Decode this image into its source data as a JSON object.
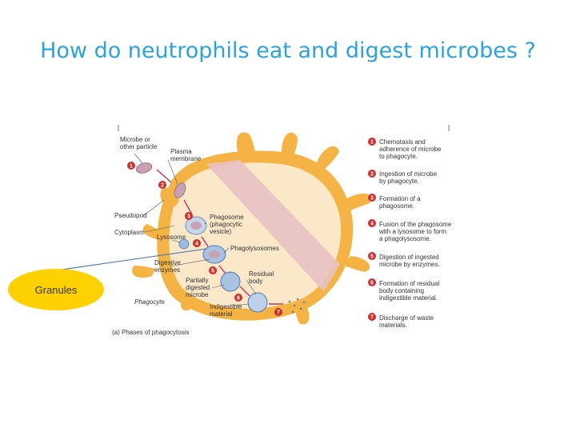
{
  "title": "How do neutrophils eat and digest microbes ?",
  "colors": {
    "title": "#2ba3dc",
    "cell_outer": "#f5b343",
    "cell_inner": "#fbe8c9",
    "pink_band": "#e7c1c3",
    "step_badge": "#cf2e2e",
    "granules_fill": "#ffd100"
  },
  "diagram": {
    "labels": {
      "microbe": [
        "Microbe or",
        "other particle"
      ],
      "plasma_membrane": [
        "Plasma",
        "membrane"
      ],
      "pseudopod": "Pseudopod",
      "cytoplasm": "Cytoplasm",
      "lysosome": "Lysosome",
      "phagosome": [
        "Phagosome",
        "(phagocytic",
        "vesicle)"
      ],
      "phagolysosomes": "Phagolysosomes",
      "digestive_enzymes": [
        "Digestive",
        "enzymes"
      ],
      "partially_digested": [
        "Partially",
        "digested",
        "microbe"
      ],
      "residual_body": [
        "Residual",
        "body"
      ],
      "indigestible": [
        "Indigestible",
        "material"
      ],
      "phagocyte": "Phagocyte",
      "caption": "(a)  Phases of phagocytosis"
    },
    "cell_markers": [
      "1",
      "2",
      "3",
      "4",
      "5",
      "6",
      "7"
    ],
    "steps": [
      {
        "num": "1",
        "lines": [
          "Chemotaxis and",
          "adherence of microbe",
          "to phagocyte."
        ]
      },
      {
        "num": "2",
        "lines": [
          "Ingestion of microbe",
          "by phagocyte."
        ]
      },
      {
        "num": "3",
        "lines": [
          "Formation of a",
          "phagosome."
        ]
      },
      {
        "num": "4",
        "lines": [
          "Fusion of the phagosome",
          "with a lysosome to form",
          "a phagolysosome."
        ]
      },
      {
        "num": "5",
        "lines": [
          "Digestion of ingested",
          "microbe by enzymes."
        ]
      },
      {
        "num": "6",
        "lines": [
          "Formation of residual",
          "body containing",
          "indigestible material."
        ]
      },
      {
        "num": "7",
        "lines": [
          "Discharge of waste",
          "materials."
        ]
      }
    ]
  },
  "callout": {
    "label": "Granules"
  }
}
